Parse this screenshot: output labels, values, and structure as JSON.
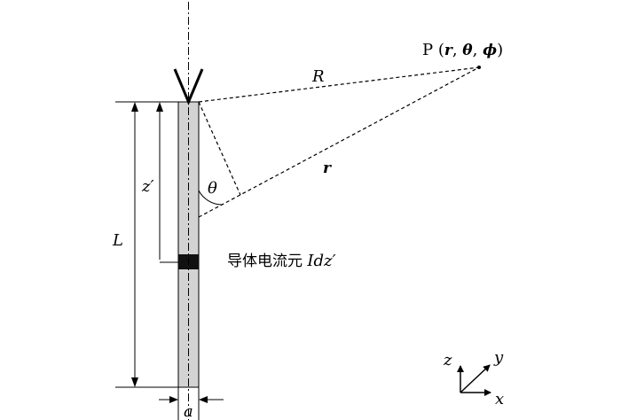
{
  "point": {
    "prefix": "P (",
    "r": "r",
    "sep1": ", ",
    "theta": "θ",
    "sep2": ", ",
    "phi": "ϕ",
    "suffix": ")"
  },
  "labels": {
    "R": "R",
    "r": "r",
    "theta": "θ",
    "z_prime": "z′",
    "L": "L",
    "a": "a",
    "element_cn": "导体电流元 ",
    "element_math": "Idz′"
  },
  "axes": {
    "z": "z",
    "y": "y",
    "x": "x"
  },
  "colors": {
    "conductor_fill": "#d3d3d3",
    "element_fill": "#111111",
    "line": "#000000"
  }
}
